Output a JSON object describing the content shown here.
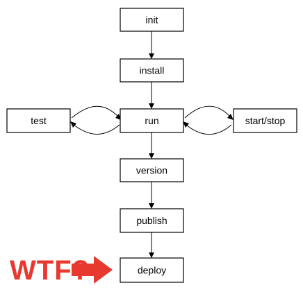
{
  "diagram": {
    "nodes": {
      "init": "init",
      "install": "install",
      "run": "run",
      "test": "test",
      "start_stop": "start/stop",
      "version": "version",
      "publish": "publish",
      "deploy": "deploy"
    },
    "callout": {
      "text": "WTF?",
      "color": "#e8392e"
    },
    "edges": [
      {
        "from": "init",
        "to": "install",
        "type": "arrow"
      },
      {
        "from": "install",
        "to": "run",
        "type": "arrow"
      },
      {
        "from": "run",
        "to": "test",
        "type": "bidirectional-curve"
      },
      {
        "from": "run",
        "to": "start/stop",
        "type": "bidirectional-curve"
      },
      {
        "from": "run",
        "to": "version",
        "type": "arrow"
      },
      {
        "from": "version",
        "to": "publish",
        "type": "arrow"
      },
      {
        "from": "publish",
        "to": "deploy",
        "type": "arrow"
      }
    ]
  }
}
